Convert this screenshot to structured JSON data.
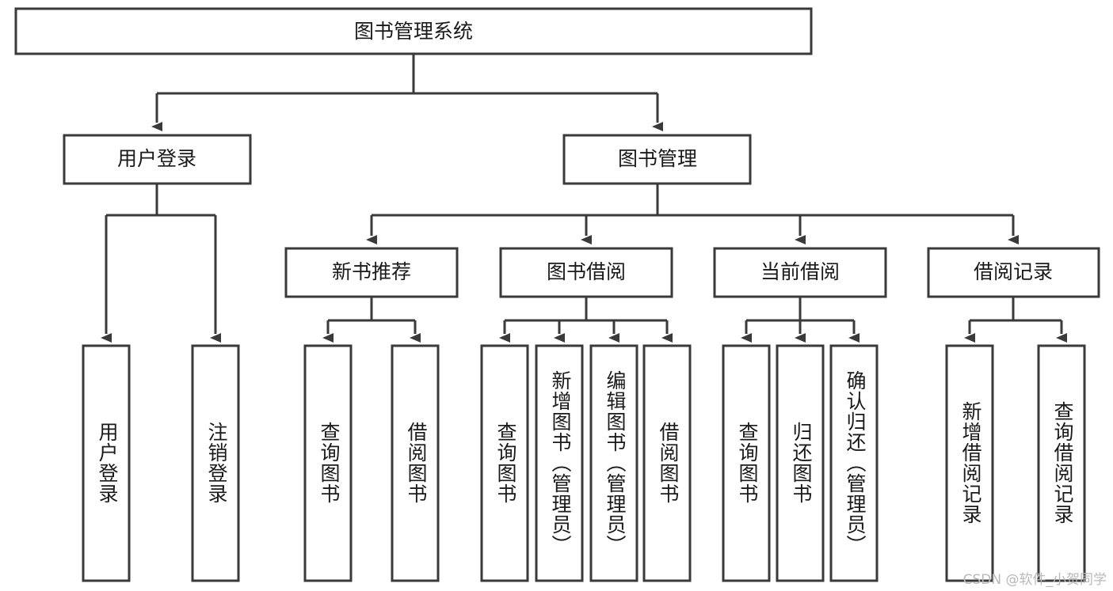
{
  "diagram": {
    "type": "tree",
    "title": "图书管理系统",
    "watermark": "CSDN @软件_小贺同学",
    "colors": {
      "stroke": "#3a3a3a",
      "fill": "#ffffff",
      "text": "#1a1a1a",
      "watermark": "#b9b9b9"
    },
    "root": {
      "label": "图书管理系统"
    },
    "level2": [
      {
        "label": "用户登录"
      },
      {
        "label": "图书管理"
      }
    ],
    "level3": [
      {
        "label": "新书推荐"
      },
      {
        "label": "图书借阅"
      },
      {
        "label": "当前借阅"
      },
      {
        "label": "借阅记录"
      }
    ],
    "leaves": {
      "user_login": [
        {
          "label": "用户登录"
        },
        {
          "label": "注销登录"
        }
      ],
      "new_book_recommend": [
        {
          "label": "查询图书"
        },
        {
          "label": "借阅图书"
        }
      ],
      "book_borrow": [
        {
          "label": "查询图书"
        },
        {
          "label": "新增图书（管理员）"
        },
        {
          "label": "编辑图书（管理员）"
        },
        {
          "label": "借阅图书"
        }
      ],
      "current_borrow": [
        {
          "label": "查询图书"
        },
        {
          "label": "归还图书"
        },
        {
          "label": "确认归还（管理员）"
        }
      ],
      "borrow_record": [
        {
          "label": "新增借阅记录"
        },
        {
          "label": "查询借阅记录"
        }
      ]
    }
  }
}
